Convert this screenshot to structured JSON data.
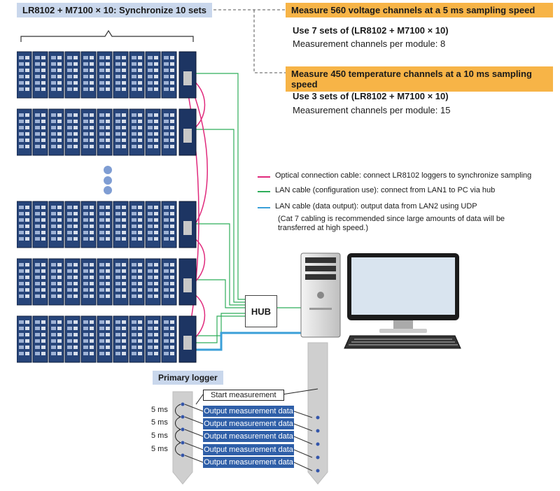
{
  "header": {
    "sync_title": "LR8102 + M7100 × 10: Synchronize 10 sets"
  },
  "voltage": {
    "title": "Measure 560 voltage channels at a 5 ms sampling speed",
    "use": "Use 7 sets of (LR8102 + M7100 × 10)",
    "channels": "Measurement channels per module: 8"
  },
  "temperature": {
    "title": "Measure 450 temperature channels at a 10 ms sampling speed",
    "use": "Use 3 sets of (LR8102 + M7100 × 10)",
    "channels": "Measurement channels per module: 15"
  },
  "legend": {
    "optical": "Optical connection cable: connect LR8102 loggers to synchronize sampling",
    "lan_config": "LAN cable (configuration use): connect from LAN1 to PC via hub",
    "lan_data": "LAN cable (data output): output data from LAN2 using UDP",
    "note_1": "(Cat 7 cabling is recommended since large amounts of data will be",
    "note_2": "transferred at high speed.)",
    "colors": {
      "optical": "#e0297c",
      "lan_config": "#2fae5a",
      "lan_data": "#3a9fd8"
    }
  },
  "hub_label": "HUB",
  "primary_logger": "Primary logger",
  "sequence": {
    "start": "Start measurement",
    "intervals": [
      "5 ms",
      "5 ms",
      "5 ms",
      "5 ms"
    ],
    "outputs": [
      "Output measurement data",
      "Output measurement data",
      "Output measurement data",
      "Output measurement data",
      "Output measurement data"
    ]
  }
}
